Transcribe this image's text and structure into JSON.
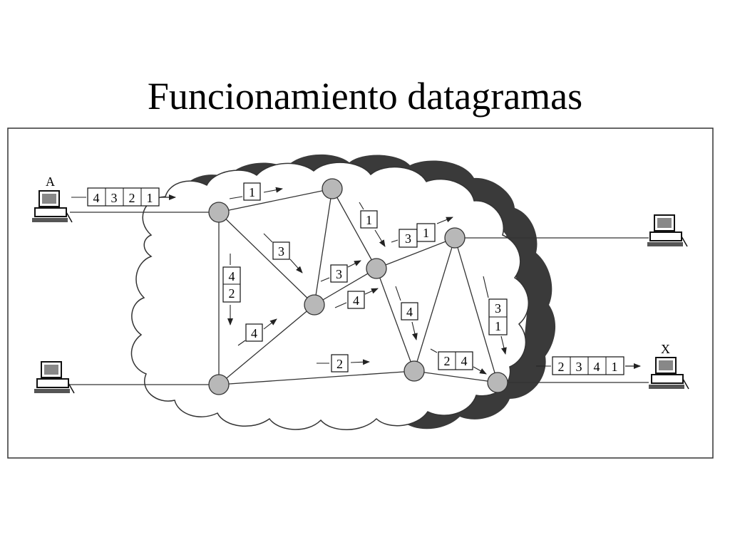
{
  "title": "Funcionamiento datagramas",
  "hosts": [
    {
      "id": "A",
      "label": "A"
    },
    {
      "id": "B",
      "label": ""
    },
    {
      "id": "C",
      "label": ""
    },
    {
      "id": "X",
      "label": "X"
    }
  ],
  "sequences": {
    "input_A": [
      "4",
      "3",
      "2",
      "1"
    ],
    "output_X": [
      "2",
      "3",
      "4",
      "1"
    ]
  },
  "packets": {
    "p_top_1": [
      "1"
    ],
    "p_down_42": [
      "4",
      "2"
    ],
    "p_diag_3": [
      "3"
    ],
    "p_diag_4": [
      "4"
    ],
    "p_mid_3": [
      "3"
    ],
    "p_mid_4": [
      "4"
    ],
    "p_r_1": [
      "1"
    ],
    "p_31": [
      "3",
      "1"
    ],
    "p_4b": [
      "4"
    ],
    "p_bot_2": [
      "2"
    ],
    "p_24": [
      "2",
      "4"
    ],
    "p_31v": [
      "3",
      "1"
    ]
  },
  "colors": {
    "node_fill": "#b8b8b8",
    "line": "#333333",
    "cloud_shadow": "#3a3a3a"
  }
}
